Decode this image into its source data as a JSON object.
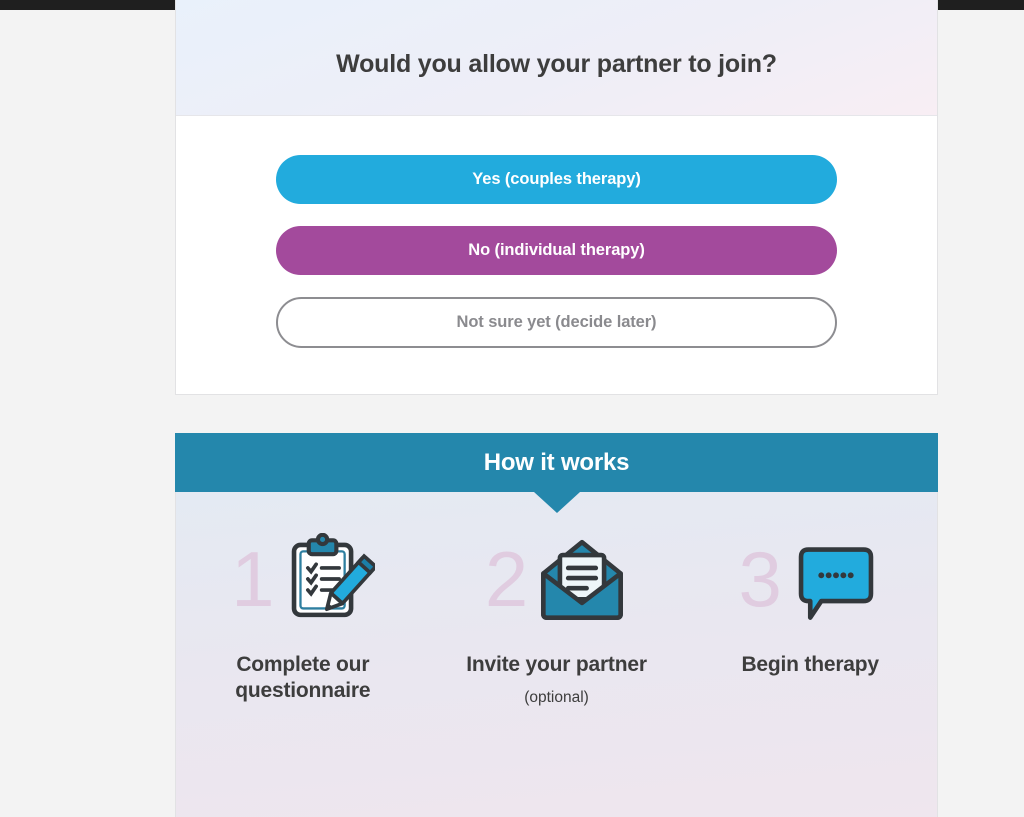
{
  "question_card": {
    "title": "Would you allow your partner to join?",
    "options": [
      {
        "label": "Yes (couples therapy)",
        "style": "primary",
        "name": "answer-yes-couples-therapy"
      },
      {
        "label": "No (individual therapy)",
        "style": "secondary",
        "name": "answer-no-individual-therapy"
      },
      {
        "label": "Not sure yet (decide later)",
        "style": "outline",
        "name": "answer-not-sure-yet"
      }
    ]
  },
  "how_it_works": {
    "title": "How it works",
    "steps": [
      {
        "number": "1",
        "icon": "clipboard-checklist-pen-icon",
        "label": "Complete our questionnaire",
        "sub": ""
      },
      {
        "number": "2",
        "icon": "open-envelope-letter-icon",
        "label": "Invite your partner",
        "sub": "(optional)"
      },
      {
        "number": "3",
        "icon": "speech-bubble-dots-icon",
        "label": "Begin therapy",
        "sub": ""
      }
    ]
  },
  "colors": {
    "primary_blue": "#22ABDD",
    "secondary_purple": "#A34A9C",
    "banner_teal": "#2487AC",
    "outline_gray": "#8d8d91",
    "step_number": "#e0cce0",
    "page_background": "#f3f3f3"
  }
}
